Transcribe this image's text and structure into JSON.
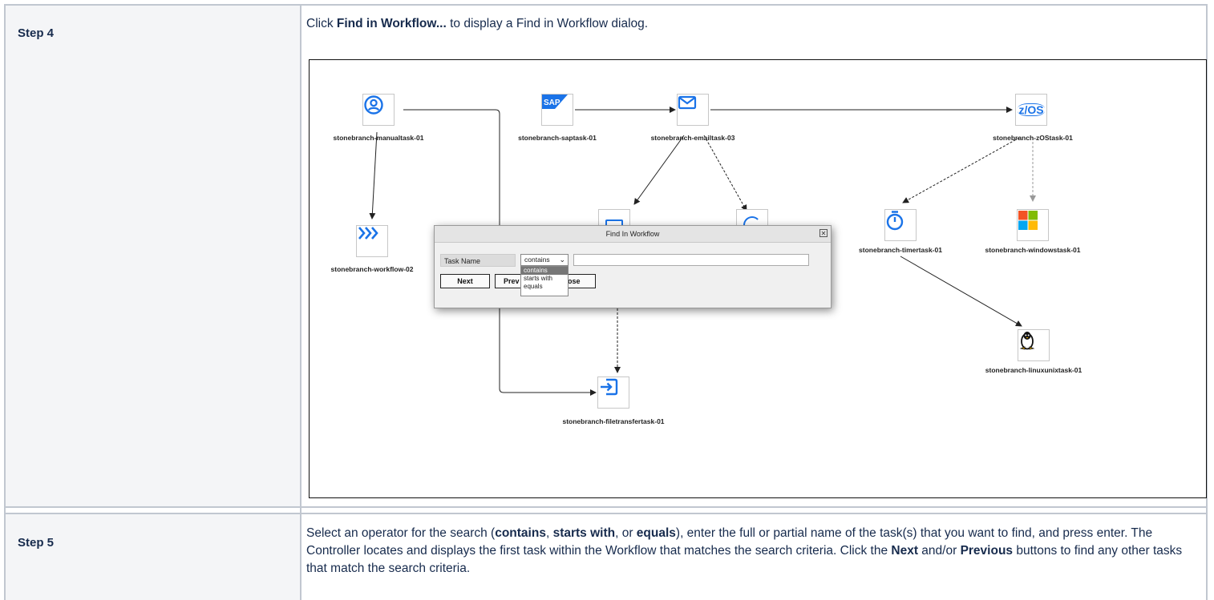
{
  "rows": [
    {
      "step": "Step 4",
      "description_parts": [
        {
          "text": "Click ",
          "bold": false
        },
        {
          "text": "Find in Workflow...",
          "bold": true
        },
        {
          "text": " to display a Find in Workflow dialog.",
          "bold": false
        }
      ]
    },
    {
      "step": "Step 5",
      "description_parts": [
        {
          "text": "Select an operator for the search (",
          "bold": false
        },
        {
          "text": "contains",
          "bold": true
        },
        {
          "text": ", ",
          "bold": false
        },
        {
          "text": "starts with",
          "bold": true
        },
        {
          "text": ", or ",
          "bold": false
        },
        {
          "text": "equals",
          "bold": true
        },
        {
          "text": "), enter the full or partial name of the task(s) that you want to find, and press enter. The Controller locates and displays the first task within the Workflow that matches the search criteria. Click the ",
          "bold": false
        },
        {
          "text": "Next",
          "bold": true
        },
        {
          "text": " and/or ",
          "bold": false
        },
        {
          "text": "Previous",
          "bold": true
        },
        {
          "text": " buttons to find any other tasks that match the search criteria.",
          "bold": false
        }
      ]
    }
  ],
  "workflow": {
    "nodes": [
      {
        "id": "manual",
        "label": "stonebranch-manualtask-01",
        "icon": "user-circle-icon"
      },
      {
        "id": "sap",
        "label": "stonebranch-saptask-01",
        "icon": "sap-logo-icon"
      },
      {
        "id": "email",
        "label": "stonebranch-emailtask-03",
        "icon": "envelope-icon"
      },
      {
        "id": "zos",
        "label": "stonebranch-zOStask-01",
        "icon": "zos-icon"
      },
      {
        "id": "workflow",
        "label": "stonebranch-workflow-02",
        "icon": "chevrons-right-icon"
      },
      {
        "id": "timer",
        "label": "stonebranch-timertask-01",
        "icon": "stopwatch-icon"
      },
      {
        "id": "windows",
        "label": "stonebranch-windowstask-01",
        "icon": "windows-logo-icon"
      },
      {
        "id": "linux",
        "label": "stonebranch-linuxunixtask-01",
        "icon": "linux-penguin-icon"
      },
      {
        "id": "filetransfer",
        "label": "stonebranch-filetransfertask-01",
        "icon": "file-transfer-icon"
      }
    ],
    "zos_icon_text": "z/OS"
  },
  "dialog": {
    "title": "Find In Workflow",
    "close_glyph": "✕",
    "field_label": "Task Name",
    "operator_selected": "contains",
    "operator_options": [
      "contains",
      "starts with",
      "equals"
    ],
    "search_value": "",
    "buttons": {
      "next": "Next",
      "previous": "Prev",
      "close": "ose"
    }
  },
  "colors": {
    "icon_blue": "#1a73e8",
    "header_bg": "#f4f5f7",
    "border": "#c1c7d0"
  }
}
